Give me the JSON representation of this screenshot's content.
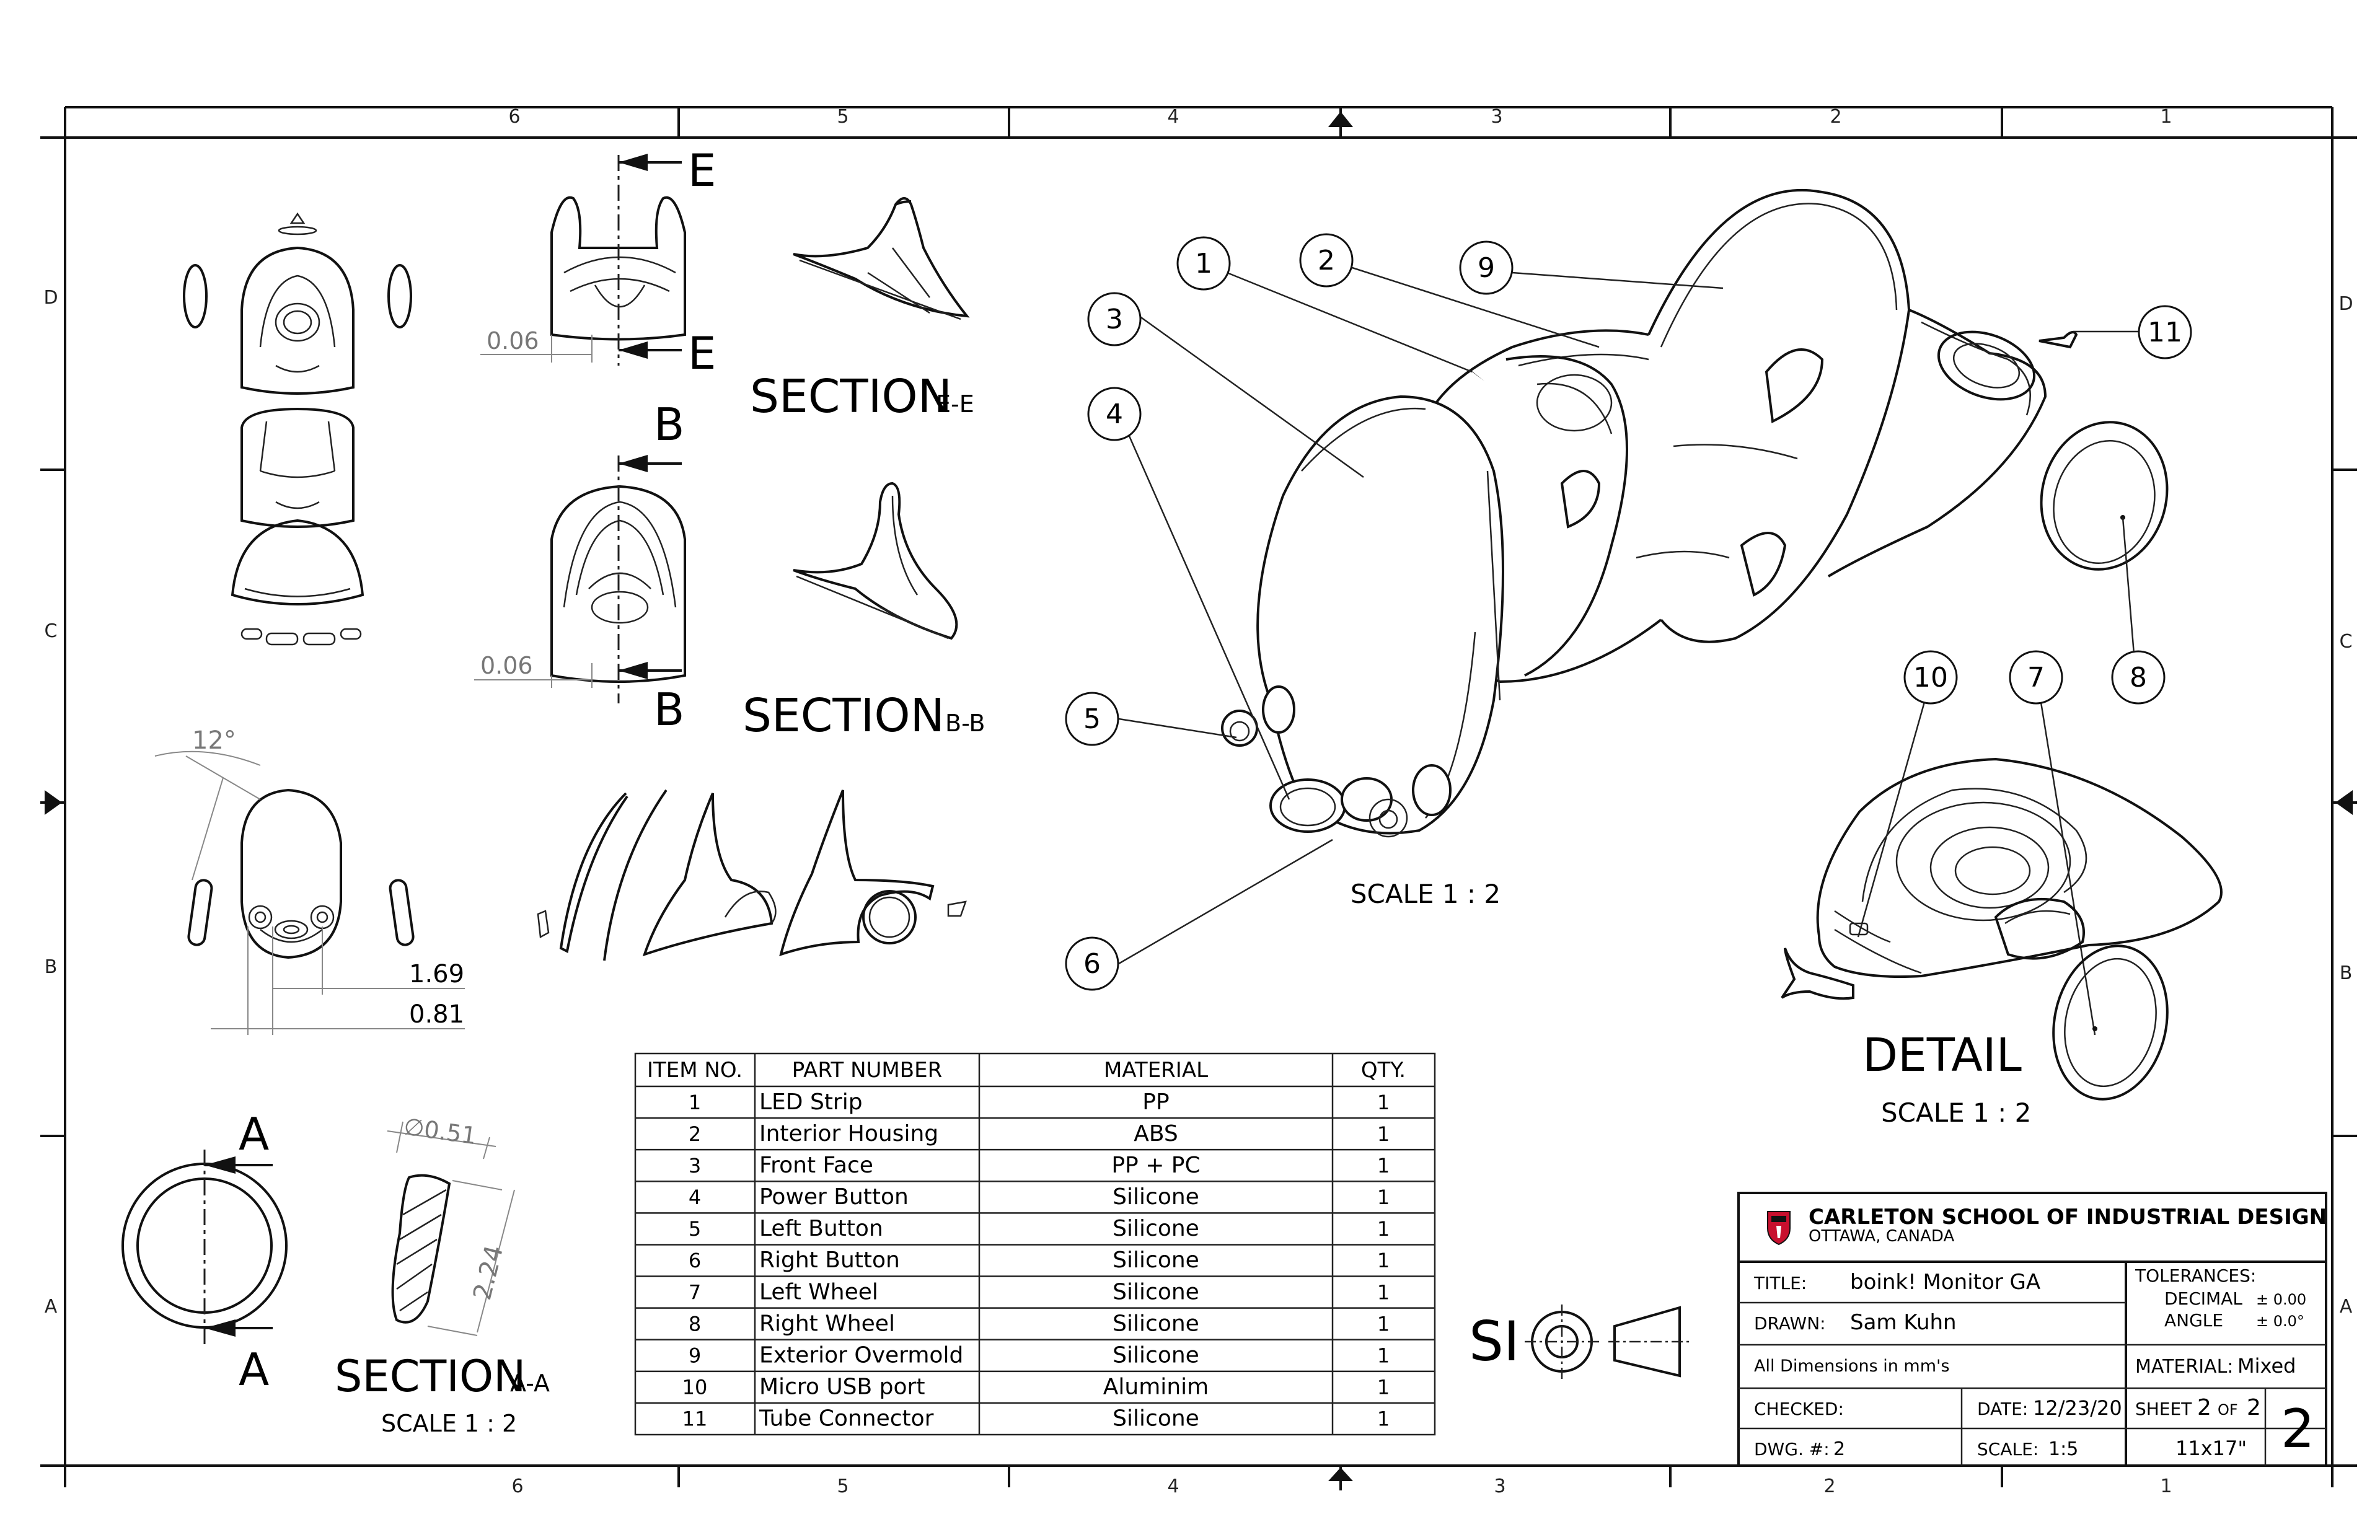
{
  "zones": {
    "columns": [
      "6",
      "5",
      "4",
      "3",
      "2",
      "1"
    ],
    "rows": [
      "D",
      "C",
      "B",
      "A"
    ]
  },
  "views": {
    "section_ee": {
      "label": "SECTION",
      "suffix": "E-E",
      "cut": "E"
    },
    "section_bb": {
      "label": "SECTION",
      "suffix": "B-B",
      "cut": "B"
    },
    "section_aa": {
      "label": "SECTION",
      "suffix": "A-A",
      "cut": "A",
      "scale": "SCALE 1 : 2"
    },
    "iso_scale": "SCALE 1 : 2",
    "detail": {
      "label": "DETAIL",
      "scale": "SCALE 1 : 2"
    }
  },
  "dimensions": {
    "ee_wall": "0.06",
    "bb_wall": "0.06",
    "angle": "12°",
    "d1": "1.69",
    "d2": "0.81",
    "dia": "∅0.51",
    "len": "2.24"
  },
  "balloons": [
    "1",
    "2",
    "3",
    "4",
    "5",
    "6",
    "7",
    "8",
    "9",
    "10",
    "11"
  ],
  "bom": {
    "headers": [
      "ITEM NO.",
      "PART NUMBER",
      "MATERIAL",
      "QTY."
    ],
    "rows": [
      {
        "item": "1",
        "part": "LED Strip",
        "material": "PP",
        "qty": "1"
      },
      {
        "item": "2",
        "part": "Interior Housing",
        "material": "ABS",
        "qty": "1"
      },
      {
        "item": "3",
        "part": "Front Face",
        "material": "PP + PC",
        "qty": "1"
      },
      {
        "item": "4",
        "part": "Power Button",
        "material": "Silicone",
        "qty": "1"
      },
      {
        "item": "5",
        "part": "Left Button",
        "material": "Silicone",
        "qty": "1"
      },
      {
        "item": "6",
        "part": "Right Button",
        "material": "Silicone",
        "qty": "1"
      },
      {
        "item": "7",
        "part": "Left Wheel",
        "material": "Silicone",
        "qty": "1"
      },
      {
        "item": "8",
        "part": "Right Wheel",
        "material": "Silicone",
        "qty": "1"
      },
      {
        "item": "9",
        "part": "Exterior Overmold",
        "material": "Silicone",
        "qty": "1"
      },
      {
        "item": "10",
        "part": "Micro USB port",
        "material": "Aluminim",
        "qty": "1"
      },
      {
        "item": "11",
        "part": "Tube Connector",
        "material": "Silicone",
        "qty": "1"
      }
    ]
  },
  "projection": {
    "label": "SI"
  },
  "title_block": {
    "school": "CARLETON SCHOOL OF INDUSTRIAL DESIGN",
    "location": "OTTAWA, CANADA",
    "title_label": "TITLE:",
    "title": "boink! Monitor GA",
    "drawn_label": "DRAWN:",
    "drawn": "Sam Kuhn",
    "units_note": "All Dimensions in mm's",
    "tolerances_label": "TOLERANCES:",
    "decimal_label": "DECIMAL",
    "decimal_value": "± 0.00",
    "angle_label": "ANGLE",
    "angle_value": "± 0.0°",
    "material_label": "MATERIAL:",
    "material": "Mixed",
    "checked_label": "CHECKED:",
    "date_label": "DATE:",
    "date": "12/23/20",
    "sheet_label": "SHEET",
    "sheet": "2",
    "of_label": "OF",
    "sheet_total": "2",
    "dwg_label": "DWG. #:",
    "dwg": "2",
    "scale_label": "SCALE:",
    "scale": "1:5",
    "paper": "11x17\"",
    "rev": "2",
    "logo_color": "#c8102e"
  }
}
